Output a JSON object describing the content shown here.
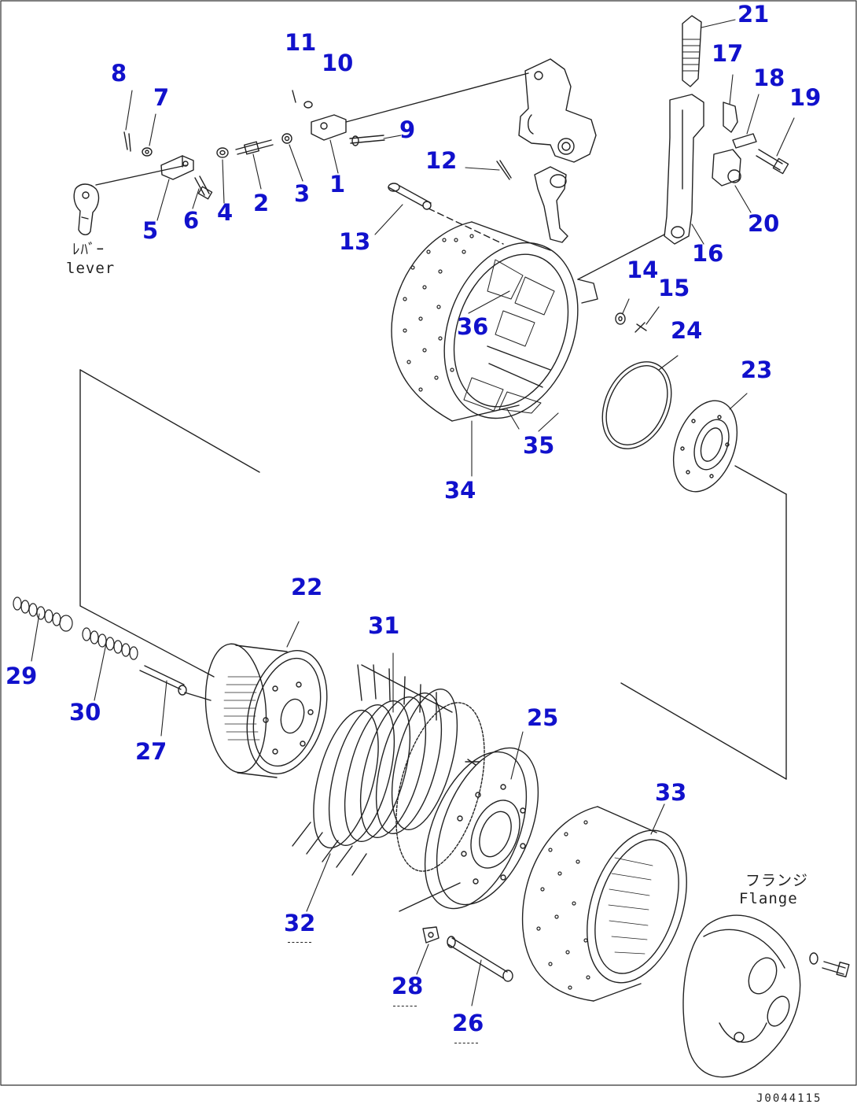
{
  "callouts": [
    "1",
    "2",
    "3",
    "4",
    "5",
    "6",
    "7",
    "8",
    "9",
    "10",
    "11",
    "12",
    "13",
    "14",
    "15",
    "16",
    "17",
    "18",
    "19",
    "20",
    "21",
    "22",
    "23",
    "24",
    "25",
    "26",
    "27",
    "28",
    "29",
    "30",
    "31",
    "32",
    "33",
    "34",
    "35",
    "36"
  ],
  "labels": {
    "lever_jp": "ﾚﾊﾞｰ",
    "lever_en": "lever",
    "flange_jp": "フランジ",
    "flange_en": "Flange"
  },
  "drawing_code": "J0044115",
  "colors": {
    "callout": "#1111cc",
    "line": "#222222"
  }
}
